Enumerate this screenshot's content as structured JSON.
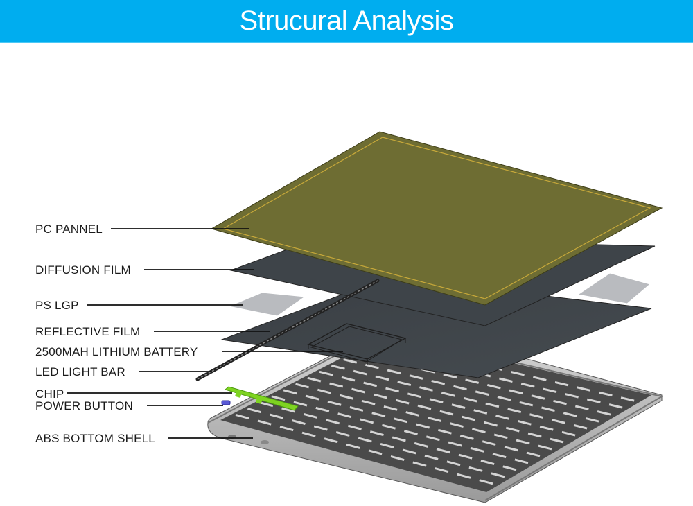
{
  "header": {
    "title": "Strucural Analysis"
  },
  "colors": {
    "banner": "#00adef",
    "pc_panel": "#6e6d33",
    "pc_panel_border": "#c8a93a",
    "dark_film": "#3e4449",
    "lgp": "#b9bbbf",
    "shell": "#c6c6c6",
    "shell_inner": "#4a4a4a",
    "chip": "#7ed321",
    "power_button": "#5a5ad6"
  },
  "components": [
    {
      "id": "pc-pannel",
      "label": "PC PANNEL"
    },
    {
      "id": "diffusion-film",
      "label": "DIFFUSION FILM"
    },
    {
      "id": "ps-lgp",
      "label": "PS LGP"
    },
    {
      "id": "reflective-film",
      "label": "REFLECTIVE FILM"
    },
    {
      "id": "battery",
      "label": "2500MAH LITHIUM BATTERY"
    },
    {
      "id": "led-light-bar",
      "label": "LED LIGHT BAR"
    },
    {
      "id": "chip",
      "label": "CHIP"
    },
    {
      "id": "power-button",
      "label": "POWER BUTTON"
    },
    {
      "id": "abs-bottom-shell",
      "label": "ABS BOTTOM SHELL"
    }
  ]
}
